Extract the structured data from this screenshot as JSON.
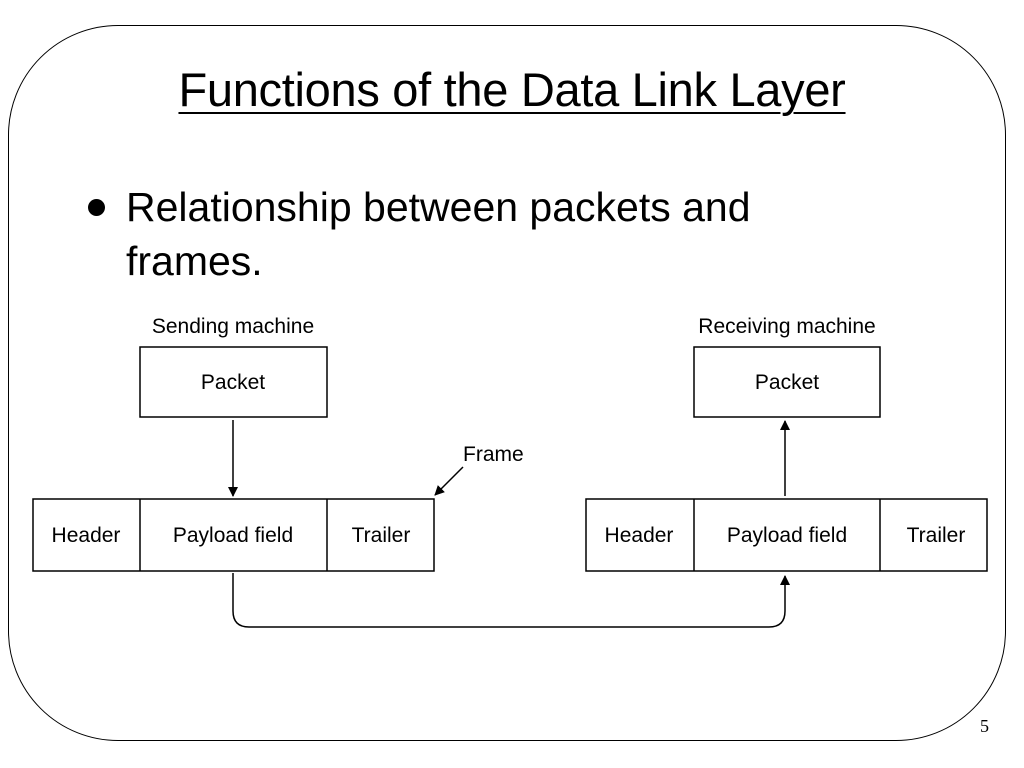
{
  "slide": {
    "title": "Functions of the Data Link Layer",
    "bullet": "Relationship between packets and frames.",
    "page_number": "5"
  },
  "diagram": {
    "sending": {
      "label": "Sending machine",
      "packet": "Packet",
      "frame": {
        "header": "Header",
        "payload": "Payload field",
        "trailer": "Trailer"
      }
    },
    "receiving": {
      "label": "Receiving machine",
      "packet": "Packet",
      "frame": {
        "header": "Header",
        "payload": "Payload field",
        "trailer": "Trailer"
      }
    },
    "frame_callout": "Frame"
  }
}
